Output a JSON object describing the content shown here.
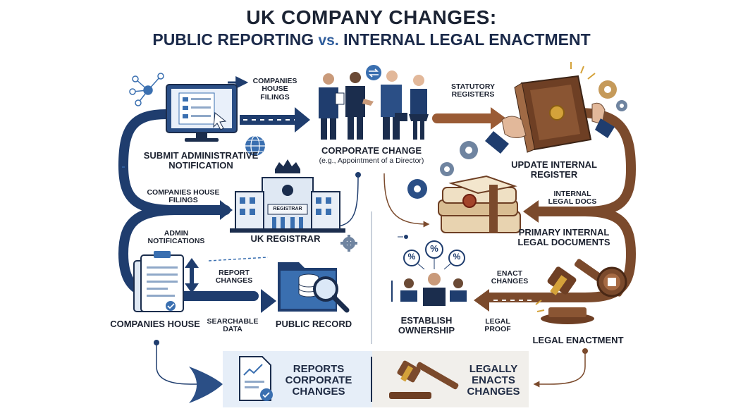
{
  "title": {
    "line1": "UK COMPANY CHANGES:",
    "line2_left": "PUBLIC REPORTING",
    "line2_vs": "vs.",
    "line2_right": "INTERNAL LEGAL ENACTMENT"
  },
  "left_flow": {
    "companies_house_filings_top": "COMPANIES HOUSE FILINGS",
    "submit_notification": "SUBMIT ADMINISTRATIVE NOTIFICATION",
    "companies_house_filings_mid": "COMPANIES HOUSE FILINGS",
    "uk_registrar": "UK REGISTRAR",
    "registrar_sign": "REGISTRAR",
    "admin_notifications": "ADMIN NOTIFICATIONS",
    "report_changes": "REPORT CHANGES",
    "companies_house": "COMPANIES HOUSE",
    "searchable_data": "SEARCHABLE DATA",
    "public_record": "PUBLIC RECORD"
  },
  "center": {
    "corporate_change": "CORPORATE CHANGE",
    "corporate_change_example": "(e.g., Appointment of a Director)"
  },
  "right_flow": {
    "statutory_registers": "STATUTORY REGISTERS",
    "update_register": "UPDATE INTERNAL REGISTER",
    "internal_legal_docs": "INTERNAL LEGAL DOCS",
    "primary_documents": "PRIMARY INTERNAL LEGAL DOCUMENTS",
    "enact_changes": "ENACT CHANGES",
    "establish_ownership": "ESTABLISH OWNERSHIP",
    "legal_proof": "LEGAL PROOF",
    "legal_enactment": "LEGAL ENACTMENT",
    "percent_symbol": "%"
  },
  "bottom": {
    "reports_corporate_changes": "REPORTS CORPORATE CHANGES",
    "legally_enacts_changes": "LEGALLY ENACTS CHANGES"
  },
  "colors": {
    "navy": "#1f3d6e",
    "blue": "#3a6fb0",
    "brown": "#7b4a2c",
    "brown_light": "#a66a43",
    "ink": "#1c2230",
    "panel_left": "#e6eef8",
    "panel_right": "#f1efeb"
  },
  "icons": [
    "monitor-icon",
    "globe-icon",
    "crown-icon",
    "registrar-building-icon",
    "clipboard-icon",
    "folder-database-icon",
    "magnifier-icon",
    "business-people-icon",
    "ledger-book-icon",
    "gear-icon",
    "legal-docs-stack-icon",
    "gavel-icon",
    "seal-icon",
    "ownership-people-icon",
    "report-document-icon",
    "network-nodes-icon"
  ]
}
